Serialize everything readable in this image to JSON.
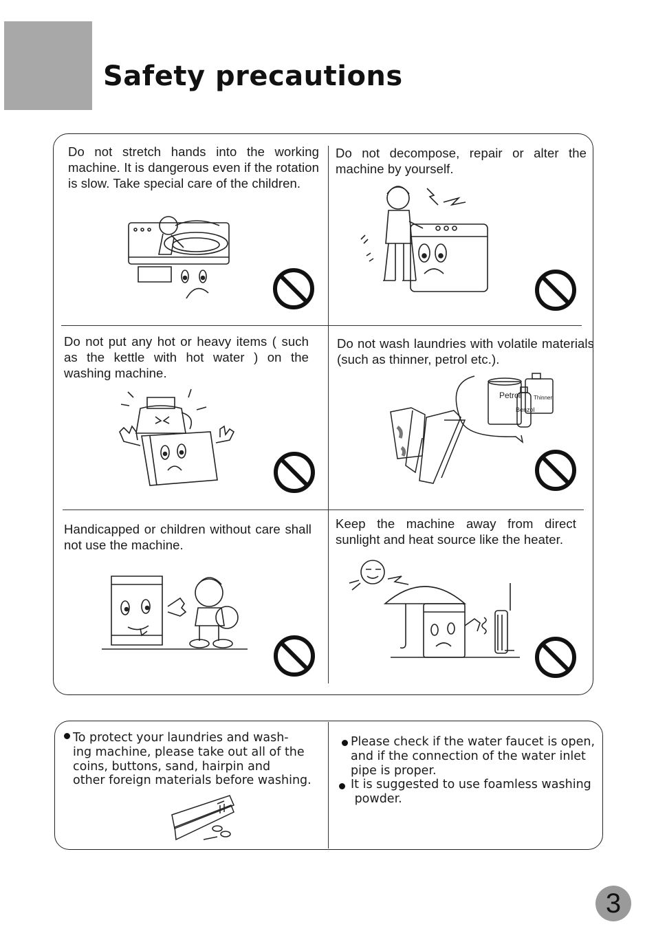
{
  "header": {
    "title": "Safety precautions"
  },
  "cells": [
    {
      "text": "Do not stretch hands into the working machine. It is dangerous even if the rotation is slow. Take special care of the children."
    },
    {
      "text": "Do not decompose, repair or alter the machine by yourself."
    },
    {
      "text": "Do not put any hot or heavy items ( such as the kettle with hot water ) on the washing machine."
    },
    {
      "text": "Do not wash laundries with volatile materials (such as thinner, petrol etc.)."
    },
    {
      "text": "Handicapped or children without care shall not use the machine."
    },
    {
      "text": "Keep the machine away from direct sunlight and heat source like the heater."
    }
  ],
  "bottles": {
    "petrol": "Petrol",
    "thinner": "Thinner",
    "benzol": "Benzol"
  },
  "notes": {
    "left": [
      "To protect your laundries and wash-",
      "ing machine, please take out all of the",
      "coins, buttons, sand,  hairpin and",
      "other foreign materials before washing."
    ],
    "right1": [
      "Please check if the water faucet is open,",
      "and if the connection of the water inlet",
      "pipe is proper."
    ],
    "right2": [
      "It is suggested to use foamless washing",
      " powder."
    ]
  },
  "icons": [
    "prohibition-sign-icon",
    "warning-bullet-icon"
  ],
  "page_number": "3"
}
